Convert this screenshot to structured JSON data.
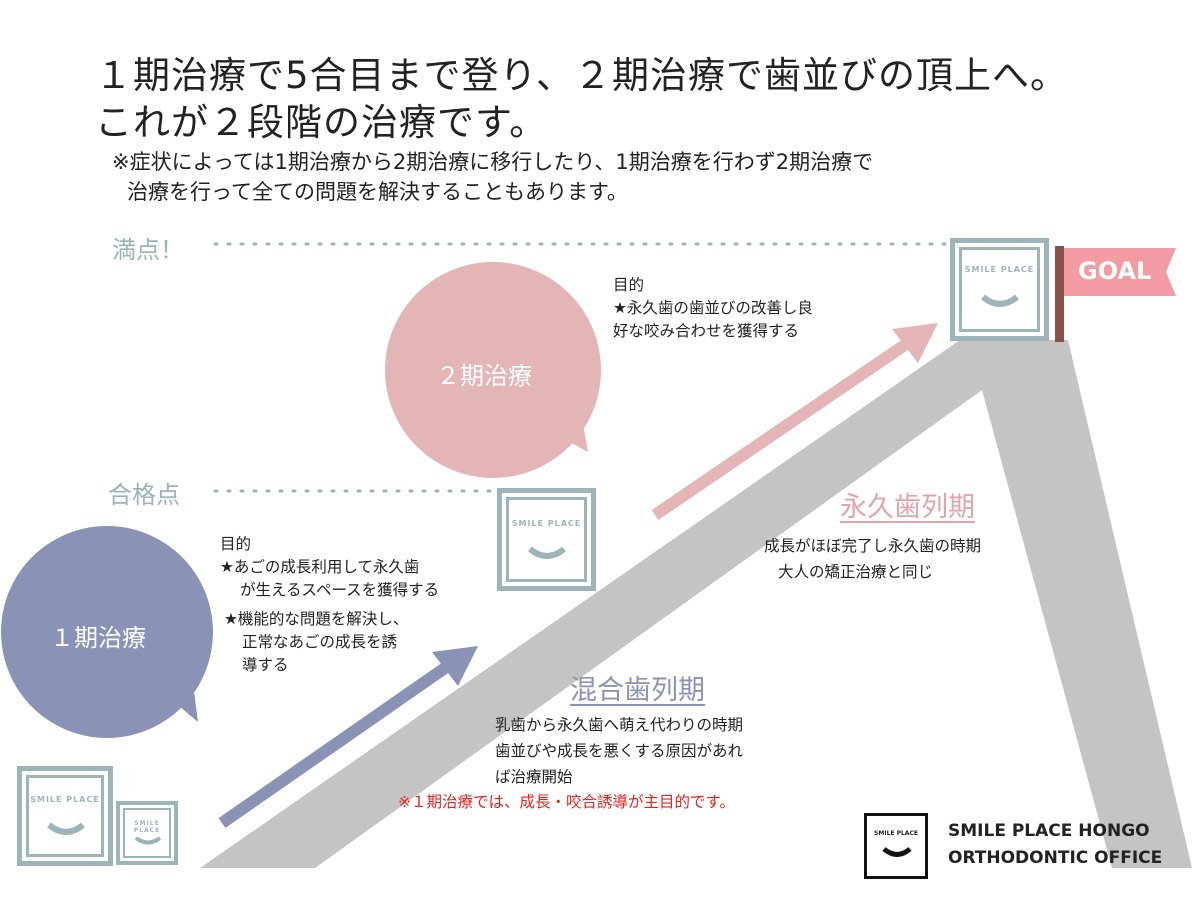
{
  "heading": {
    "line1": "１期治療で5合目まで登り、２期治療で歯並びの頂上へ。",
    "line2": "これが２段階の治療です。"
  },
  "note": {
    "line1": "※症状によっては1期治療から2期治療に移行したり、1期治療を行わず2期治療で",
    "line2": "治療を行って全ての問題を解決することもあります。"
  },
  "levels": {
    "full": "満点！",
    "pass": "合格点"
  },
  "phase1": {
    "bubble": "１期治療",
    "purpose_title": "目的",
    "purpose1_l1": "★あごの成長利用して永久歯",
    "purpose1_l2": "が生えるスペースを獲得する",
    "purpose2_l1": "★機能的な問題を解決し、",
    "purpose2_l2": "正常なあごの成長を誘",
    "purpose2_l3": "導する"
  },
  "phase2": {
    "bubble": "２期治療",
    "purpose_title": "目的",
    "purpose_l1": "★永久歯の歯並びの改善し良",
    "purpose_l2": "好な咬み合わせを獲得する"
  },
  "mixed": {
    "title": "混合歯列期",
    "l1": "乳歯から永久歯へ萌え代わりの時期",
    "l2": "歯並びや成長を悪くする原因があれ",
    "l3": "ば治療開始",
    "warning": "※１期治療では、成長・咬合誘導が主目的です。"
  },
  "permanent": {
    "title": "永久歯列期",
    "l1": "成長がほぼ完了し永久歯の時期",
    "l2": "大人の矯正治療と同じ"
  },
  "logo_text": "SMILE PLACE",
  "goal": "GOAL",
  "office": {
    "line1": "SMILE PLACE HONGO",
    "line2": "ORTHODONTIC OFFICE"
  },
  "colors": {
    "blue": "#8a93b5",
    "pink": "#e4b5b6",
    "teal": "#9cb4ba",
    "gray": "#c4c4c4",
    "flag": "#f29ba2",
    "red": "#e8231e"
  }
}
